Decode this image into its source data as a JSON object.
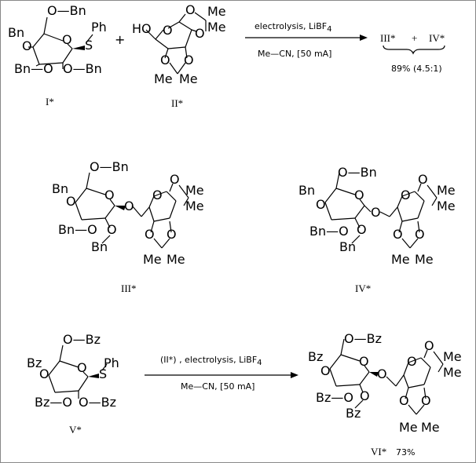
{
  "scheme": {
    "row1": {
      "compound_I": {
        "caption": "I*",
        "labels": [
          "O—Bn",
          "Bn",
          "O",
          "Ph",
          "S",
          "O",
          "Bn—O",
          "O—Bn"
        ]
      },
      "plus": "+",
      "compound_II": {
        "caption": "II*",
        "labels": [
          "O",
          "HO",
          "O",
          "Me",
          "Me",
          "O",
          "O",
          "O",
          "Me",
          "Me"
        ]
      },
      "arrow": {
        "above": "electrolysis, LiBF",
        "above_sub": "4",
        "below": "Me—CN,  [50 mA]"
      },
      "products": {
        "p1": "III*",
        "plus": "+",
        "p2": "IV*",
        "yield": "89% (4.5:1)"
      }
    },
    "row2": {
      "compound_III": {
        "caption": "III*",
        "labels": [
          "O—Bn",
          "Bn",
          "O",
          "O",
          "O",
          "O",
          "Me",
          "Me",
          "O",
          "Bn—O",
          "O",
          "Bn",
          "O",
          "O",
          "Me",
          "Me"
        ]
      },
      "compound_IV": {
        "caption": "IV*",
        "labels": [
          "O—Bn",
          "Bn",
          "O",
          "O",
          "O",
          "O",
          "Me",
          "Me",
          "O",
          "Bn—O",
          "O",
          "Bn",
          "O",
          "O",
          "Me",
          "Me"
        ]
      }
    },
    "row3": {
      "compound_V": {
        "caption": "V*",
        "labels": [
          "O—Bz",
          "Bz",
          "O",
          "Ph",
          "S",
          "O",
          "Bz—O",
          "O—Bz"
        ]
      },
      "arrow": {
        "above": "(II*) , electrolysis, LiBF",
        "above_sub": "4",
        "below": "Me—CN,  [50 mA]"
      },
      "compound_VI": {
        "caption": "VI*",
        "yield": "73%",
        "labels": [
          "O—Bz",
          "Bz",
          "O",
          "O",
          "O",
          "O",
          "Me",
          "Me",
          "O",
          "Bz—O",
          "O",
          "Bz",
          "O",
          "O",
          "Me",
          "Me"
        ]
      }
    }
  }
}
